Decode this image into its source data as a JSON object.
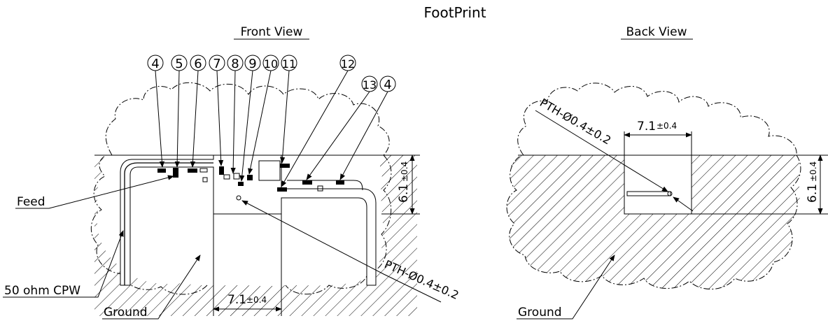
{
  "title": "FootPrint",
  "front_view": {
    "heading": "Front View",
    "callouts": [
      "4",
      "5",
      "6",
      "7",
      "8",
      "9",
      "10",
      "11",
      "12",
      "13",
      "4"
    ],
    "labels": {
      "feed": "Feed",
      "cpw": "50 ohm CPW",
      "ground": "Ground",
      "pth": "PTH-Ø0.4±0.2"
    },
    "dimensions": {
      "width_value": "7.1",
      "width_tol": "±0.4",
      "height_value": "6.1",
      "height_tol": "±0.4"
    }
  },
  "back_view": {
    "heading": "Back View",
    "labels": {
      "ground": "Ground",
      "pth": "PTH-Ø0.4±0.2"
    },
    "dimensions": {
      "width_value": "7.1",
      "width_tol": "±0.4",
      "height_value": "6.1",
      "height_tol": "±0.4"
    }
  }
}
